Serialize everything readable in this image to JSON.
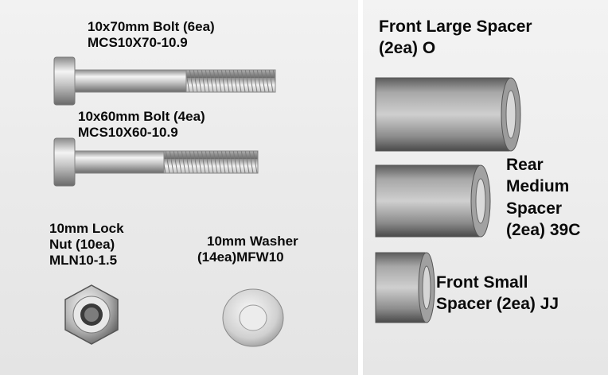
{
  "left_panel": {
    "bolt_70": {
      "line1": "10x70mm Bolt (6ea)",
      "line2": "MCS10X70-10.9"
    },
    "bolt_60": {
      "line1": "10x60mm Bolt (4ea)",
      "line2": "MCS10X60-10.9"
    },
    "lock_nut": {
      "line1": "10mm Lock",
      "line2": "Nut (10ea)",
      "line3": "MLN10-1.5"
    },
    "washer": {
      "line1": "10mm Washer",
      "line2": "(14ea)MFW10"
    }
  },
  "right_panel": {
    "front_large_spacer": {
      "line1": "Front Large Spacer",
      "line2": "(2ea) O"
    },
    "rear_medium_spacer": {
      "line1": "Rear",
      "line2": "Medium",
      "line3": "Spacer",
      "line4": "(2ea) 39C"
    },
    "front_small_spacer": {
      "line1": "Front Small",
      "line2": "Spacer (2ea) JJ"
    }
  }
}
